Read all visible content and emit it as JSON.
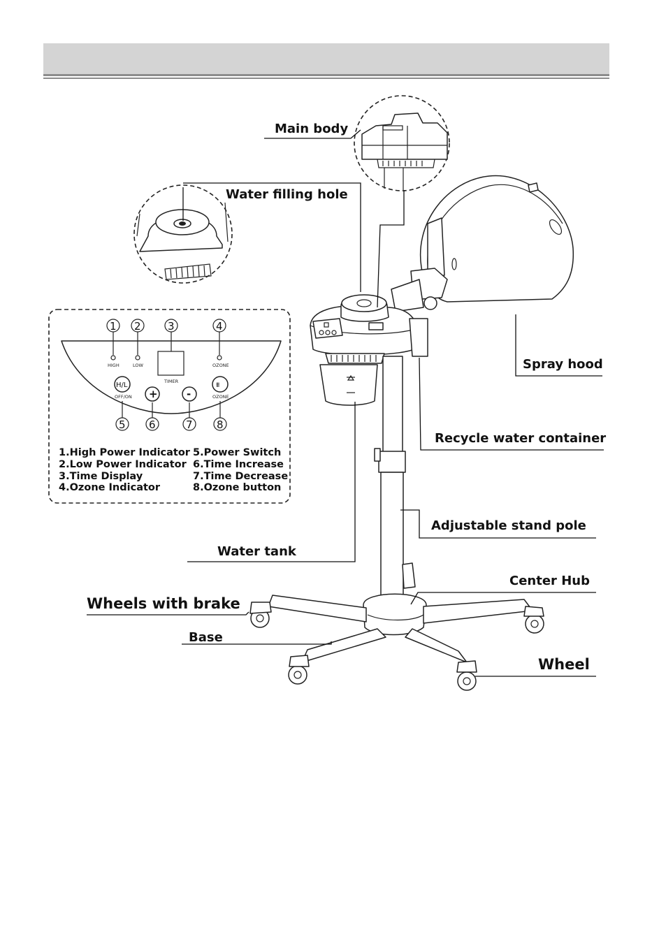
{
  "labels": {
    "main_body": "Main body",
    "water_filling_hole": "Water filling hole",
    "spray_hood": "Spray hood",
    "recycle_water_container": "Recycle water container",
    "adjustable_stand_pole": "Adjustable stand pole",
    "water_tank": "Water tank",
    "center_hub": "Center Hub",
    "wheels_with_brake": "Wheels with brake",
    "base": "Base",
    "wheel": "Wheel"
  },
  "panel": {
    "numbers": [
      "1",
      "2",
      "3",
      "4",
      "5",
      "6",
      "7",
      "8"
    ],
    "high": "HIGH",
    "low": "LOW",
    "ozone": "OZONE",
    "timer": "TIMER",
    "off_on": "OFF/ON",
    "hl_button": "H/L",
    "plus": "+",
    "minus": "-",
    "ozone_button_glyph": "⩩"
  },
  "legend": [
    "1.High Power Indicator",
    "2.Low Power Indicator",
    "3.Time Display",
    "4.Ozone Indicator",
    "5.Power Switch",
    "6.Time Increase",
    "7.Time Decrease",
    "8.Ozone button"
  ]
}
